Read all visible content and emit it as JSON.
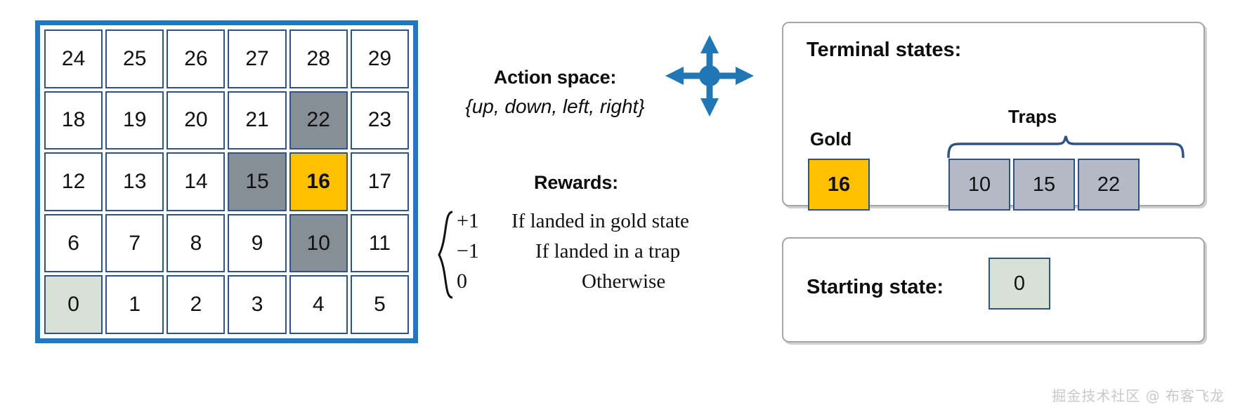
{
  "gridworld": {
    "rows": [
      [
        {
          "label": "24",
          "kind": "normal"
        },
        {
          "label": "25",
          "kind": "normal"
        },
        {
          "label": "26",
          "kind": "normal"
        },
        {
          "label": "27",
          "kind": "normal"
        },
        {
          "label": "28",
          "kind": "normal"
        },
        {
          "label": "29",
          "kind": "normal"
        }
      ],
      [
        {
          "label": "18",
          "kind": "normal"
        },
        {
          "label": "19",
          "kind": "normal"
        },
        {
          "label": "20",
          "kind": "normal"
        },
        {
          "label": "21",
          "kind": "normal"
        },
        {
          "label": "22",
          "kind": "trap"
        },
        {
          "label": "23",
          "kind": "normal"
        }
      ],
      [
        {
          "label": "12",
          "kind": "normal"
        },
        {
          "label": "13",
          "kind": "normal"
        },
        {
          "label": "14",
          "kind": "normal"
        },
        {
          "label": "15",
          "kind": "trap"
        },
        {
          "label": "16",
          "kind": "gold"
        },
        {
          "label": "17",
          "kind": "normal"
        }
      ],
      [
        {
          "label": "6",
          "kind": "normal"
        },
        {
          "label": "7",
          "kind": "normal"
        },
        {
          "label": "8",
          "kind": "normal"
        },
        {
          "label": "9",
          "kind": "normal"
        },
        {
          "label": "10",
          "kind": "trap"
        },
        {
          "label": "11",
          "kind": "normal"
        }
      ],
      [
        {
          "label": "0",
          "kind": "start"
        },
        {
          "label": "1",
          "kind": "normal"
        },
        {
          "label": "2",
          "kind": "normal"
        },
        {
          "label": "3",
          "kind": "normal"
        },
        {
          "label": "4",
          "kind": "normal"
        },
        {
          "label": "5",
          "kind": "normal"
        }
      ]
    ],
    "border_color": "#1f78c1",
    "cell_border_color": "#2e5385",
    "trap_color": "#868e96",
    "gold_color": "#ffc000",
    "start_color": "#d7e1d5"
  },
  "action_space": {
    "title": "Action space:",
    "set": "{up, down, left, right}",
    "icon": "four-way-arrow-icon",
    "icon_color": "#2077b4"
  },
  "rewards": {
    "title": "Rewards:",
    "rows": [
      {
        "value": "+1",
        "condition": "If landed in gold state"
      },
      {
        "value": "−1",
        "condition": "If landed in a trap"
      },
      {
        "value": "0",
        "condition": "Otherwise"
      }
    ]
  },
  "terminal_states": {
    "title": "Terminal states:",
    "gold_label": "Gold",
    "traps_label": "Traps",
    "gold_state": "16",
    "trap_states": [
      "10",
      "15",
      "22"
    ],
    "gold_color": "#ffc000",
    "trap_color": "#b3bac5",
    "brace_color": "#2e5385"
  },
  "starting_state": {
    "title": "Starting state:",
    "state": "0",
    "color": "#d7e1d5"
  },
  "watermark": {
    "text": "掘金技术社区 @ 布客飞龙"
  }
}
